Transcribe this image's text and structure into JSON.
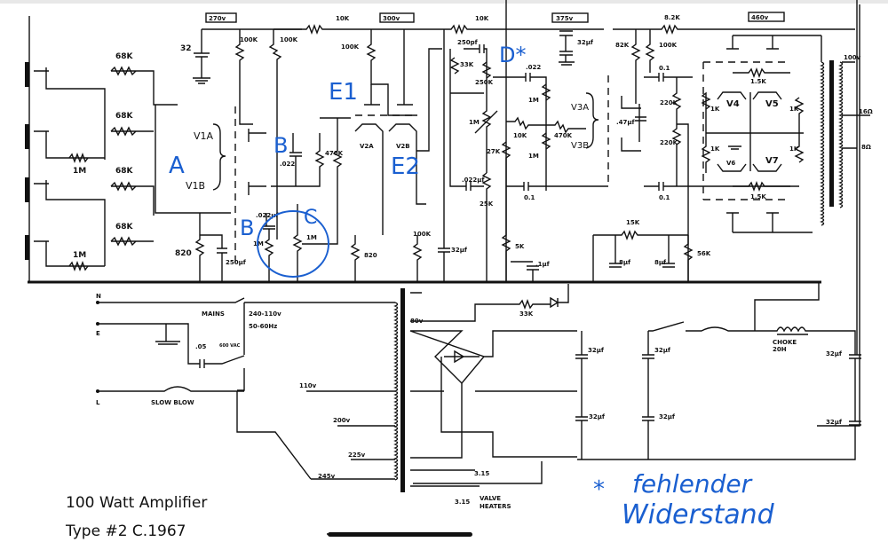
{
  "document": {
    "title_line1": "100 Watt Amplifier",
    "title_line2": "Type #2  C.1967"
  },
  "rail_voltages": [
    "270v",
    "300v",
    "375v",
    "460v"
  ],
  "preamp": {
    "input_resistors": [
      "68K",
      "68K",
      "68K",
      "68K"
    ],
    "input_grid_resistors": [
      "1M",
      "1M"
    ],
    "v1_labels": [
      "V1A",
      "V1B"
    ],
    "decoupling_cap": "32",
    "plate_resistors": [
      "100K",
      "100K"
    ],
    "bright_cap": ".022",
    "cathode_resistor": "820",
    "cathode_cap": "250µf",
    "coupling_cap_1": ".022µf",
    "volume_pots": [
      "1M",
      "1M"
    ],
    "mixer_resistor": "470K"
  },
  "driver": {
    "series_resistor_1": "10K",
    "plate_resistor": "100K",
    "v2_labels": [
      "V2A",
      "V2B"
    ],
    "cathode_resistor": "820",
    "cathode_follower_resistor": "100K",
    "filter_cap": "32µf"
  },
  "tone_stack": {
    "series_resistor": "10K",
    "treble_cap": "250pf",
    "treble_pot": "250K",
    "bass_pot": "1M",
    "slope_resistor": "33K",
    "mid_cap": ".022µf",
    "mid_pot": "25K",
    "presence_resistor": "27K",
    "presence_pot": "5K",
    "presence_cap": ".1µf"
  },
  "phase_inverter": {
    "input_cap": ".022",
    "grid_resistors": [
      "1M",
      "1M"
    ],
    "tail_resistor": "10K",
    "bias_resistor": "470K",
    "v3_labels": [
      "V3A",
      "V3B"
    ],
    "output_cap": "0.1",
    "filter_cap": "32µf",
    "plate_resistors": [
      "82K",
      "100K"
    ],
    "cathode_cap": ".47µf"
  },
  "power_amp": {
    "screen_resistor": "8.2K",
    "coupling_caps": [
      "0.1",
      "0.1"
    ],
    "grid_resistors": [
      "220K",
      "220K"
    ],
    "grid_stoppers": [
      "1K",
      "1K",
      "1K",
      "1K"
    ],
    "feedback_resistors": [
      "1.5K",
      "1.5K"
    ],
    "tubes": [
      "V4",
      "V5",
      "V6",
      "V7"
    ],
    "bias_resistor": "15K",
    "bias_caps": [
      "8µf",
      "8µf"
    ],
    "bias_pot": "56K",
    "output_taps": [
      "100v",
      "16Ω",
      "8Ω"
    ]
  },
  "power_supply": {
    "mains_terminals": [
      "N",
      "E",
      "L"
    ],
    "mains_label": "MAINS",
    "mains_voltage": "240-110v",
    "mains_freq": "50-60Hz",
    "mains_cap": ".05",
    "mains_cap_rating": "600 VAC",
    "fuse_label": "SLOW BLOW",
    "primary_taps": [
      "110v",
      "200v",
      "225v",
      "245v"
    ],
    "bias_winding": "80v",
    "bias_resistor": "33K",
    "filter_caps": [
      "32µf",
      "32µf",
      "32µf",
      "32µf",
      "32µf",
      "32µf"
    ],
    "choke_label": "CHOKE",
    "choke_value": "20H",
    "heater_taps": [
      "3.15",
      "3.15"
    ],
    "heater_label_1": "VALVE",
    "heater_label_2": "HEATERS"
  },
  "annotations": {
    "marks": [
      "A",
      "B",
      "B",
      "C",
      "E1",
      "E2",
      "D*"
    ],
    "note_star": "*",
    "note_line1": "fehlender",
    "note_line2": "Widerstand"
  }
}
